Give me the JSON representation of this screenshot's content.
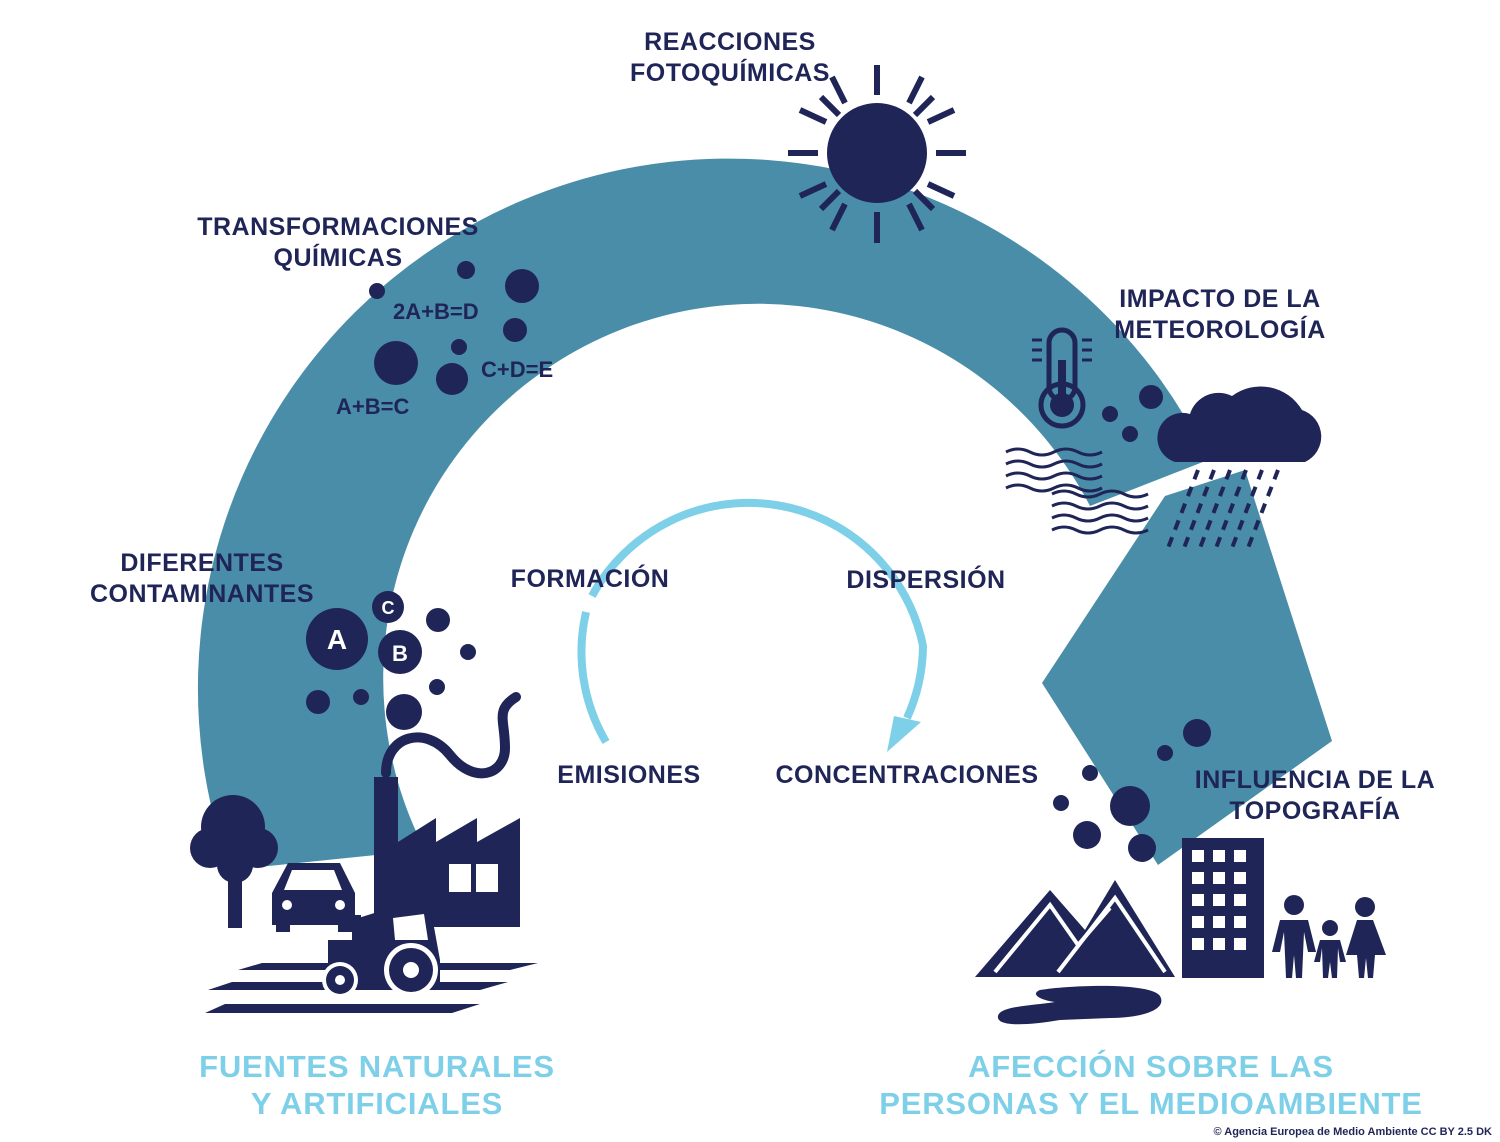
{
  "colors": {
    "ring": "#4a8da8",
    "dark": "#1f2557",
    "inner_arrow": "#7ecfe8",
    "bottom_text": "#7ecfe8"
  },
  "labels": {
    "reacciones": [
      "REACCIONES",
      "FOTOQUÍMICAS"
    ],
    "transformaciones": [
      "TRANSFORMACIONES",
      "QUÍMICAS"
    ],
    "impacto": [
      "IMPACTO DE LA",
      "METEOROLOGÍA"
    ],
    "diferentes": [
      "DIFERENTES",
      "CONTAMINANTES"
    ],
    "influencia": [
      "INFLUENCIA DE LA",
      "TOPOGRAFÍA"
    ],
    "formacion": "FORMACIÓN",
    "dispersion": "DISPERSIÓN",
    "emisiones": "EMISIONES",
    "concentraciones": "CONCENTRACIONES",
    "fuentes": [
      "FUENTES NATURALES",
      "Y ARTIFICIALES"
    ],
    "afeccion": [
      "AFECCIÓN SOBRE LAS",
      "PERSONAS Y EL MEDIOAMBIENTE"
    ]
  },
  "equations": {
    "eq1": "2A+B=D",
    "eq2": "C+D=E",
    "eq3": "A+B=C"
  },
  "pollutant_letters": [
    "A",
    "B",
    "C"
  ],
  "credit": "© Agencia Europea de Medio Ambiente CC BY 2.5 DK",
  "icons": [
    "sun-icon",
    "thermometer-icon",
    "rain-cloud-icon",
    "wind-icon",
    "factory-icon",
    "tree-icon",
    "car-icon",
    "tractor-icon",
    "field-icon",
    "mountains-icon",
    "lake-icon",
    "building-icon",
    "family-icon"
  ]
}
